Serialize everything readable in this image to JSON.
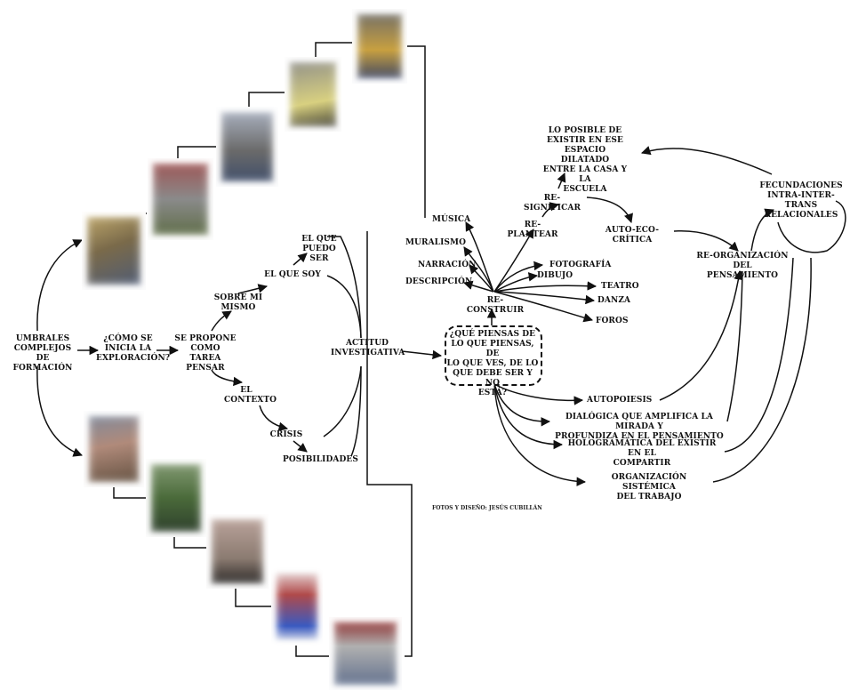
{
  "photo_palette": {
    "p1": [
      "#7a6a4a",
      "#c8b070",
      "#4a5a7a"
    ],
    "p2": [
      "#8a8a8a",
      "#a05050",
      "#5a6a40"
    ],
    "p3": [
      "#6a6a6a",
      "#b0b8c8",
      "#3a4a6a"
    ],
    "p4": [
      "#8a8a8a",
      "#d8d080",
      "#2a2a2a"
    ],
    "p5": [
      "#6a6a6a",
      "#c8a040",
      "#2a3a6a"
    ],
    "b1": [
      "#b08a7a",
      "#5a4a3a",
      "#7a8aa0"
    ],
    "b2": [
      "#4a6a3a",
      "#8aa07a",
      "#2a3a2a"
    ],
    "b3": [
      "#c0a8a0",
      "#8a7a70",
      "#1a1a1a"
    ],
    "b4": [
      "#f0f0f0",
      "#3a5ac0",
      "#b04a4a"
    ],
    "b5": [
      "#5a6a8a",
      "#8a2020",
      "#b0b0b0"
    ]
  },
  "labels": {
    "umbrales": "UMBRALES\nCOMPLEJOS DE\nFORMACIÓN",
    "como_inicia": "¿CÓMO SE\nINICIA LA\nEXPLORACIÓN?",
    "se_propone": "SE PROPONE\nCOMO TAREA\nPENSAR",
    "sobre_mi": "SOBRE MI\nMISMO",
    "el_que_soy": "EL QUE SOY",
    "el_que_puedo": "EL QUE PUEDO\nSER",
    "el_contexto": "EL\nCONTEXTO",
    "crisis": "CRISIS",
    "posibilidades": "POSIBILIDADES",
    "actitud": "ACTITUD\nINVESTIGATIVA",
    "pregunta": "¿QUÉ PIENSAS DE\nLO QUE PIENSAS, DE\nLO QUE VES, DE LO\nQUE DEBE SER Y NO\nESTÁ?",
    "re_construir": "RE-CONSTRUIR",
    "musica": "MÚSICA",
    "muralismo": "MURALISMO",
    "narracion": "NARRACIÓN",
    "descripcion": "DESCRIPCIÓN",
    "fotografia": "FOTOGRAFÍA",
    "dibujo": "DIBUJO",
    "teatro": "TEATRO",
    "danza": "DANZA",
    "foros": "FOROS",
    "re_plantear": "RE-PLANTEAR",
    "re_significar": "RE-SIGNIFICAR",
    "lo_posible": "LO POSIBLE DE\nEXISTIR  EN ESE\nESPACIO DILATADO\nENTRE LA CASA Y LA\nESCUELA",
    "auto_eco": "AUTO-ECO-CRÍTICA",
    "fecundaciones": "FECUNDACIONES\nINTRA-INTER-\nTRANS\nRELACIONALES",
    "re_organizacion": "RE-ORGANIZACIÓN DEL\nPENSAMIENTO",
    "autopoiesis": "AUTOPOIESIS",
    "dialogica": "DIALÓGICA QUE AMPLIFICA LA MIRADA Y\nPROFUNDIZA EN EL PENSAMIENTO",
    "hologramatica": "HOLOGRAMÁTICA DEL EXISTIR EN EL\nCOMPARTIR",
    "organizacion": "ORGANIZACIÓN SISTÉMICA\nDEL TRABAJO",
    "credit": "FOTOS Y DISEÑO: JESÚS CUBILLÁN"
  }
}
